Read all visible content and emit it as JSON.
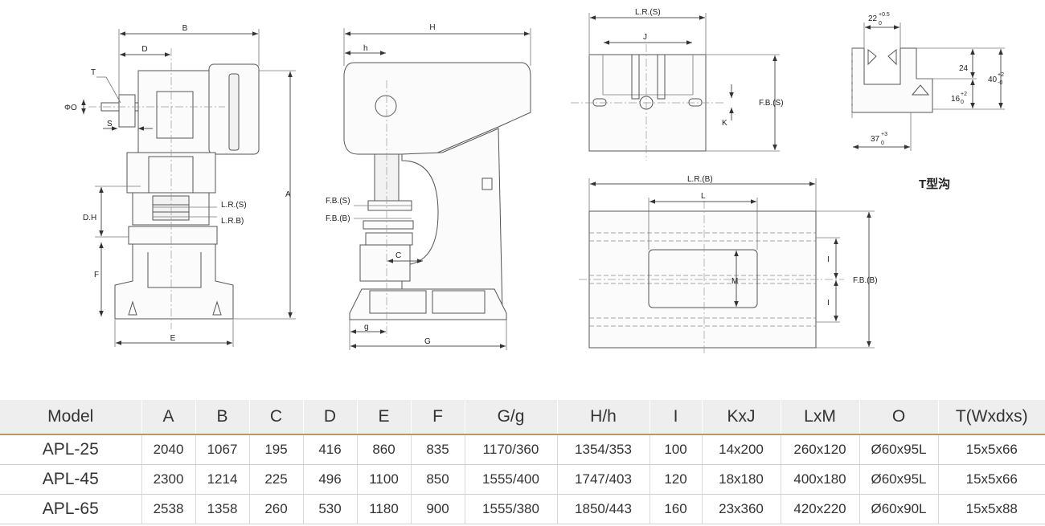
{
  "diagram": {
    "front_view": {
      "B": "B",
      "D": "D",
      "T": "T",
      "PHI_O": "ΦO",
      "S": "S",
      "A": "A",
      "DH": "D.H",
      "LRS": "L.R.(S)",
      "LRB": "L.R.B)",
      "F": "F",
      "E": "E"
    },
    "side_view": {
      "H": "H",
      "h": "h",
      "FBS": "F.B.(S)",
      "FBB": "F.B.(B)",
      "C": "C",
      "g": "g",
      "G": "G"
    },
    "slide_view": {
      "LRS": "L.R.(S)",
      "J": "J",
      "FBS": "F.B.(S)",
      "K": "K"
    },
    "tslot": {
      "w22": "22",
      "w22_sup": "+0.5",
      "w22_sub": "0",
      "d24": "24",
      "d40": "40",
      "d40_sup": "+2",
      "d40_sub": "-0",
      "d16": "16",
      "d16_sup": "+2",
      "d16_sub": "0",
      "w37": "37",
      "w37_sup": "+3",
      "w37_sub": "0",
      "caption": "T型沟"
    },
    "bolster_view": {
      "LRB": "L.R.(B)",
      "L": "L",
      "M": "M",
      "I_top": "I",
      "I_bot": "I",
      "FBB": "F.B.(B)"
    }
  },
  "table": {
    "headers": [
      "Model",
      "A",
      "B",
      "C",
      "D",
      "E",
      "F",
      "G/g",
      "H/h",
      "I",
      "KxJ",
      "LxM",
      "O",
      "T(Wxdxs)"
    ],
    "rows": [
      [
        "APL-25",
        "2040",
        "1067",
        "195",
        "416",
        "860",
        "835",
        "1170/360",
        "1354/353",
        "100",
        "14x200",
        "260x120",
        "Ø60x95L",
        "15x5x66"
      ],
      [
        "APL-45",
        "2300",
        "1214",
        "225",
        "496",
        "1100",
        "850",
        "1555/400",
        "1747/403",
        "120",
        "18x180",
        "400x180",
        "Ø60x95L",
        "15x5x66"
      ],
      [
        "APL-65",
        "2538",
        "1358",
        "260",
        "530",
        "1180",
        "900",
        "1555/380",
        "1850/443",
        "160",
        "23x360",
        "420x220",
        "Ø60x90L",
        "15x5x88"
      ]
    ]
  }
}
